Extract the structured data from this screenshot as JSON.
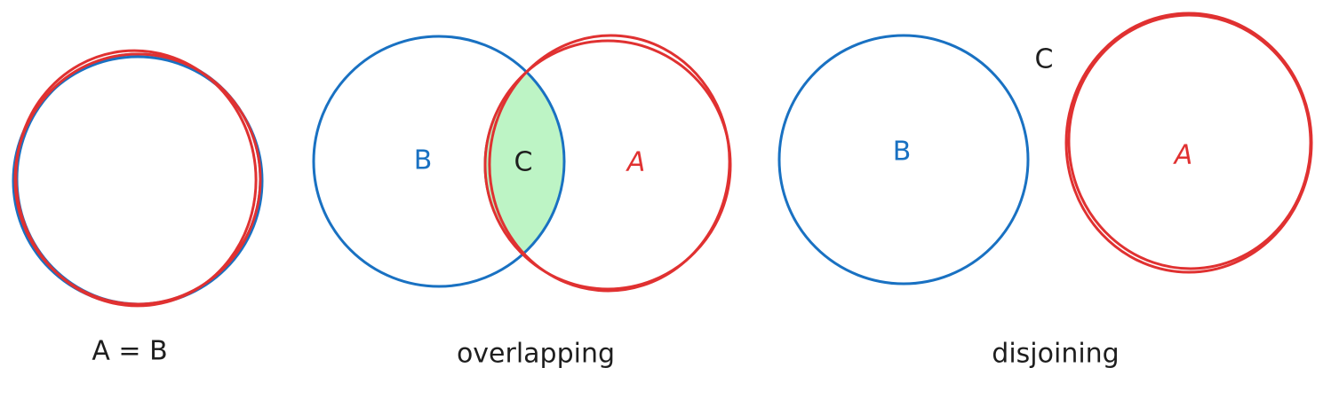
{
  "colors": {
    "blue": "#1971c2",
    "red": "#e03131",
    "green_fill": "#b2f2bb",
    "green_stroke": "#2f9e44",
    "text": "#1e1e1e"
  },
  "panels": {
    "equal": {
      "caption": "A = B"
    },
    "overlapping": {
      "caption": "overlapping",
      "label_b": "B",
      "label_c": "C",
      "label_a": "A"
    },
    "disjoining": {
      "caption": "disjoining",
      "label_b": "B",
      "label_c": "C",
      "label_a": "A"
    }
  }
}
